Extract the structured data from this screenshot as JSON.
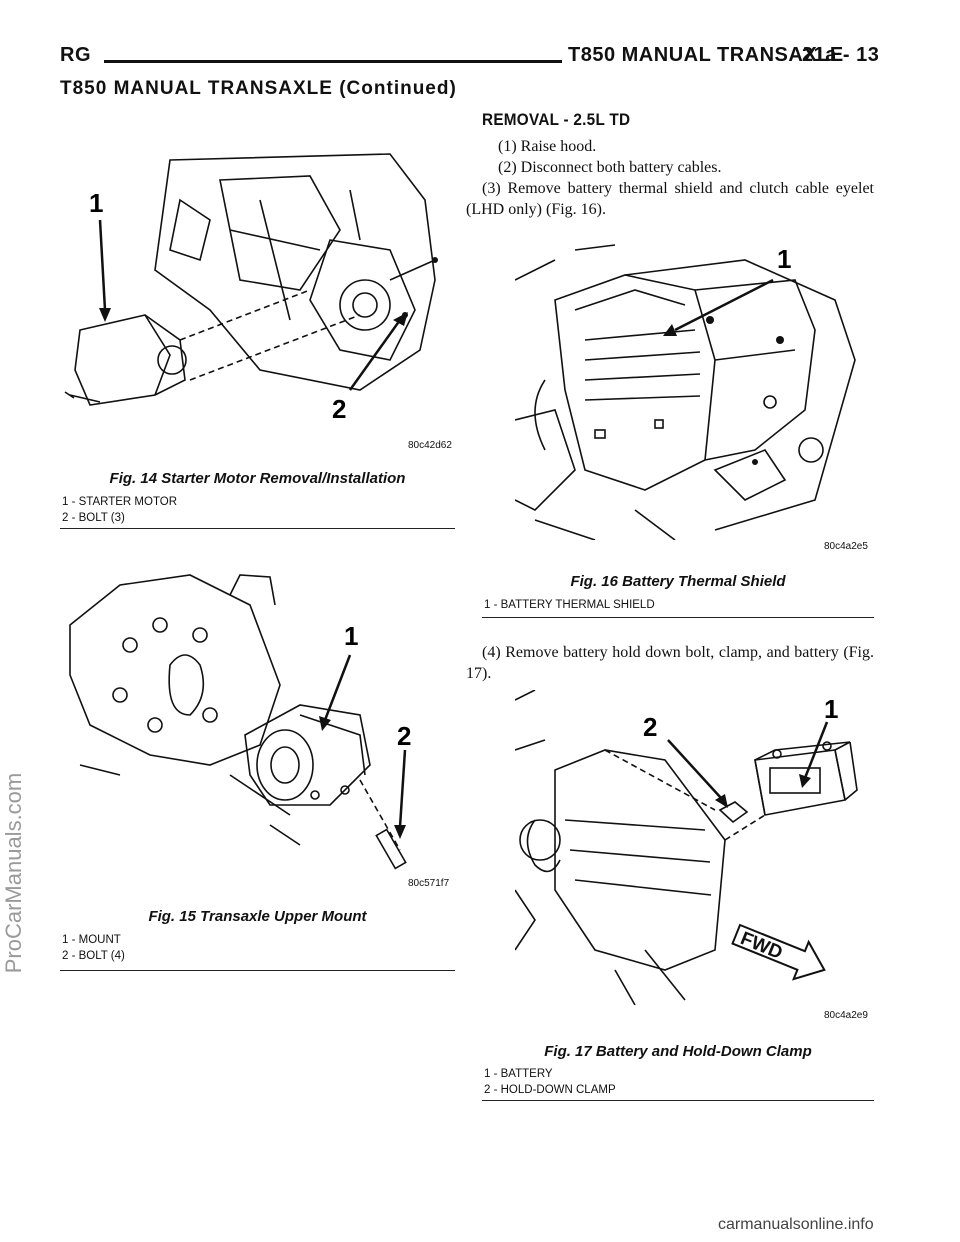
{
  "header": {
    "left": "RG",
    "title": "T850 MANUAL TRANSAXLE",
    "page": "21a - 13"
  },
  "continued_title": "T850 MANUAL TRANSAXLE (Continued)",
  "figures": {
    "fig14": {
      "code": "80c42d62",
      "caption": "Fig. 14 Starter Motor Removal/Installation",
      "callouts": [
        "1",
        "2"
      ],
      "legend": [
        "1 - STARTER MOTOR",
        "2 - BOLT (3)"
      ]
    },
    "fig15": {
      "code": "80c571f7",
      "caption": "Fig. 15 Transaxle Upper Mount",
      "callouts": [
        "1",
        "2"
      ],
      "legend": [
        "1 - MOUNT",
        "2 - BOLT (4)"
      ]
    },
    "fig16": {
      "code": "80c4a2e5",
      "caption": "Fig. 16 Battery Thermal Shield",
      "callouts": [
        "1"
      ],
      "legend": [
        "1 - BATTERY THERMAL SHIELD"
      ]
    },
    "fig17": {
      "code": "80c4a2e9",
      "caption": "Fig. 17 Battery and Hold-Down Clamp",
      "callouts": [
        "1",
        "2"
      ],
      "arrow_label": "FWD",
      "legend": [
        "1 - BATTERY",
        "2 - HOLD-DOWN CLAMP"
      ]
    }
  },
  "section": {
    "title": "REMOVAL - 2.5L TD",
    "steps": [
      "(1) Raise hood.",
      "(2) Disconnect both battery cables.",
      "(3) Remove battery thermal shield and clutch cable eyelet (LHD only) (Fig. 16).",
      "(4) Remove battery hold down bolt, clamp, and battery (Fig. 17)."
    ]
  },
  "watermark_side": "ProCarManuals.com",
  "footer": "carmanualsonline.info"
}
